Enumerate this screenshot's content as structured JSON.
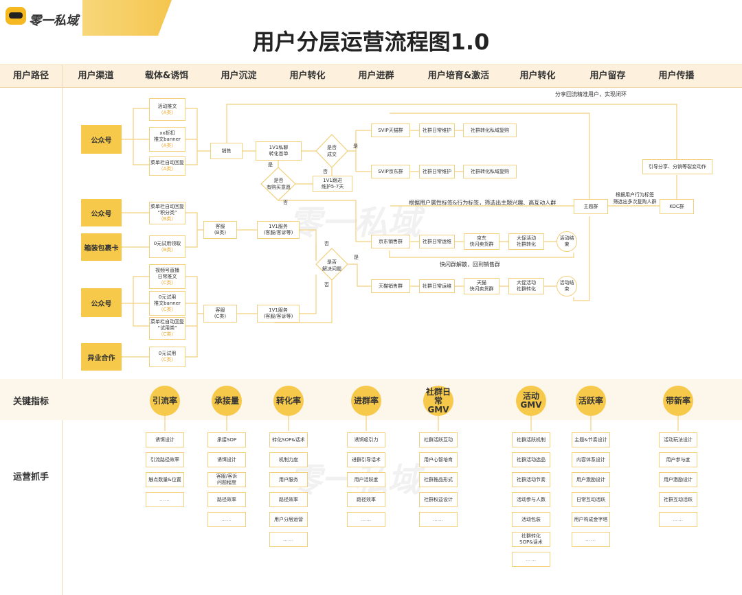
{
  "logo": {
    "text": "零一私域"
  },
  "title": "用户分层运营流程图1.0",
  "header": [
    "用户路径",
    "用户渠道",
    "载体&诱饵",
    "用户沉淀",
    "用户转化",
    "用户进群",
    "用户培育&激活",
    "用户转化",
    "用户留存",
    "用户传播"
  ],
  "rows": {
    "key_metrics": "关键指标",
    "ops": "运营抓手"
  },
  "channels": {
    "gzh1": "公众号",
    "gzh2": "公众号",
    "box": "箱装包裹卡",
    "gzh3": "公众号",
    "partner": "异业合作"
  },
  "carriers": {
    "a1": {
      "main": "活动推文",
      "tag": "（A类）"
    },
    "a2": {
      "main": "xx折扣\n推文banner",
      "tag": "（A类）"
    },
    "a3": {
      "main": "菜单栏自动回复",
      "tag": "（A类）"
    },
    "b1": {
      "main": "菜单栏自动回复\n“积分类”",
      "tag": "（B类）"
    },
    "b2": {
      "main": "0元试用领取",
      "tag": "（B类）"
    },
    "c1": {
      "main": "视频号直播\n日常推文",
      "tag": "（C类）"
    },
    "c2": {
      "main": "0元试用\n推文banner",
      "tag": "（C类）"
    },
    "c3": {
      "main": "菜单栏自动回复\n“试用类”",
      "tag": "（C类）"
    },
    "c4": {
      "main": "0元试用",
      "tag": "（C类）"
    }
  },
  "flow": {
    "sales": "销售",
    "one_on_one": "1V1私聊\n转化首单",
    "deal": "是否\n成交",
    "intent": "是否\n有购买意愿",
    "follow": "1V1跟进\n维护5-7天",
    "cs_b": "客服\n(B类)",
    "service_b": "1V1服务\n(客服/客诉等)",
    "solved": "是否\n解决问题",
    "cs_c": "客服\n(C类)",
    "service_c": "1V1服务\n(客服/客诉等)",
    "yes": "是",
    "no": "否",
    "svip_tm": "SVIP天猫群",
    "svip_jd": "SVIP京东群",
    "daily1": "社群日常维护",
    "daily2": "社群日常维护",
    "repurchase1": "社群转化私域复购",
    "repurchase2": "社群转化私域复购",
    "jd_sales": "京东销售群",
    "tm_sales": "天猫销售群",
    "ops1": "社群日常运维",
    "ops2": "社群日常运维",
    "jd_flash": "京东\n快闪卖货群",
    "tm_flash": "天猫\n快闪卖货群",
    "promo1": "大促活动\n社群转化",
    "promo2": "大促活动\n社群转化",
    "end1": "活动结束",
    "end2": "活动结束",
    "theme": "主题群",
    "koc": "KOC群",
    "share_action": "引导分享、分销等裂变动作",
    "note_loop": "分享回流精准用户，实现闭环",
    "note_tags": "根据用户属性标签&行为标签，筛选出主题兴趣、高互动人群",
    "note_flash": "快闪群解散，回到销售群",
    "note_koc": "根据用户行为标签\n筛选出多次复购人群"
  },
  "metrics": [
    "引流率",
    "承接量",
    "转化率",
    "进群率",
    "社群日常\nGMV",
    "活动\nGMV",
    "活跃率",
    "带新率"
  ],
  "ops_lists": [
    [
      "诱饵设计",
      "引流路径效率",
      "触点数量&位置",
      "……"
    ],
    [
      "承接SOP",
      "诱饵设计",
      "客服/客诉\n问题程度",
      "路径效率",
      "……"
    ],
    [
      "转化SOP&话术",
      "机制力度",
      "用户服务",
      "路径效率",
      "用户分层运营",
      "……"
    ],
    [
      "诱饵吸引力",
      "进群引导话术",
      "用户活跃度",
      "路径效率",
      "……"
    ],
    [
      "社群活跃互动",
      "用户心智培育",
      "社群推品形式",
      "社群权益设计",
      "……"
    ],
    [
      "社群活跃机制",
      "社群活动选品",
      "社群活动节奏",
      "活动参与人数",
      "活动包装",
      "社群转化\nSOP&话术",
      "……"
    ],
    [
      "主题&节奏设计",
      "内容体系设计",
      "用户激励设计",
      "日常互动活跃",
      "用户构成金字塔",
      "……"
    ],
    [
      "活动玩法设计",
      "用户参与度",
      "用户激励设计",
      "社群互动活跃",
      "……"
    ]
  ],
  "colors": {
    "accent": "#f7c94b",
    "header_bg": "#fdf1de",
    "line": "#f2cf7a"
  }
}
